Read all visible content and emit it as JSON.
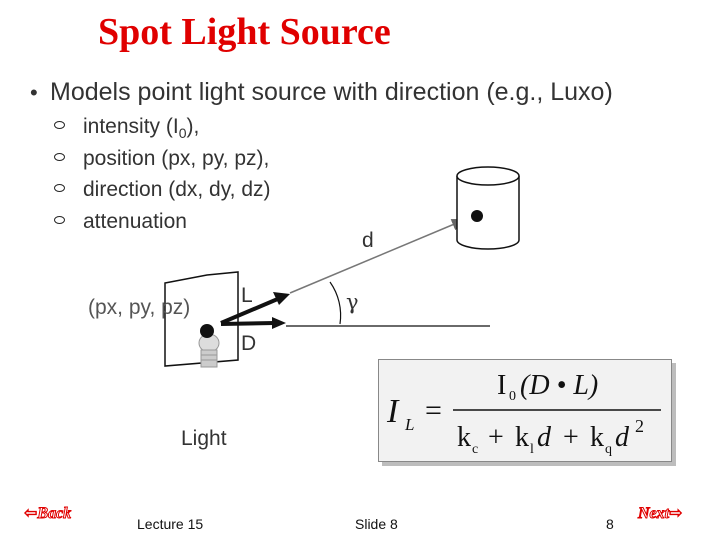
{
  "slide": {
    "title": "Spot Light Source",
    "main_bullet": "Models point light source with direction (e.g., Luxo)",
    "sub_bullets": [
      {
        "pre": "intensity (I",
        "sub": "0",
        "post": "),"
      },
      {
        "pre": "position (px, py, pz),",
        "sub": "",
        "post": ""
      },
      {
        "pre": "direction (dx, dy, dz)",
        "sub": "",
        "post": ""
      },
      {
        "pre": "attenuation",
        "sub": "",
        "post": ""
      }
    ]
  },
  "diagram": {
    "label_d": "d",
    "label_L": "L",
    "label_D": "D",
    "label_gamma": "γ",
    "label_position": "(px, py, pz)",
    "label_light": "Light"
  },
  "formula": {
    "lhs_main": "I",
    "lhs_sub": "L",
    "equals": "=",
    "num_I": "I",
    "num_sub": "0",
    "num_rest": "(D • L)",
    "den_k1": "k",
    "den_k1_sub": "c",
    "den_plus1": "+",
    "den_k2": "k",
    "den_k2_sub": "l",
    "den_d": "d",
    "den_plus2": "+",
    "den_k3": "k",
    "den_k3_sub": "q",
    "den_d2": "d",
    "den_exp": "2"
  },
  "footer": {
    "back_label": "Back",
    "lecture": "Lecture 15",
    "slide": "Slide 8",
    "page_number": "8",
    "next_label": "Next"
  },
  "colors": {
    "title": "#e00000",
    "text": "#333333",
    "formula_bg": "#f2f2f2"
  }
}
